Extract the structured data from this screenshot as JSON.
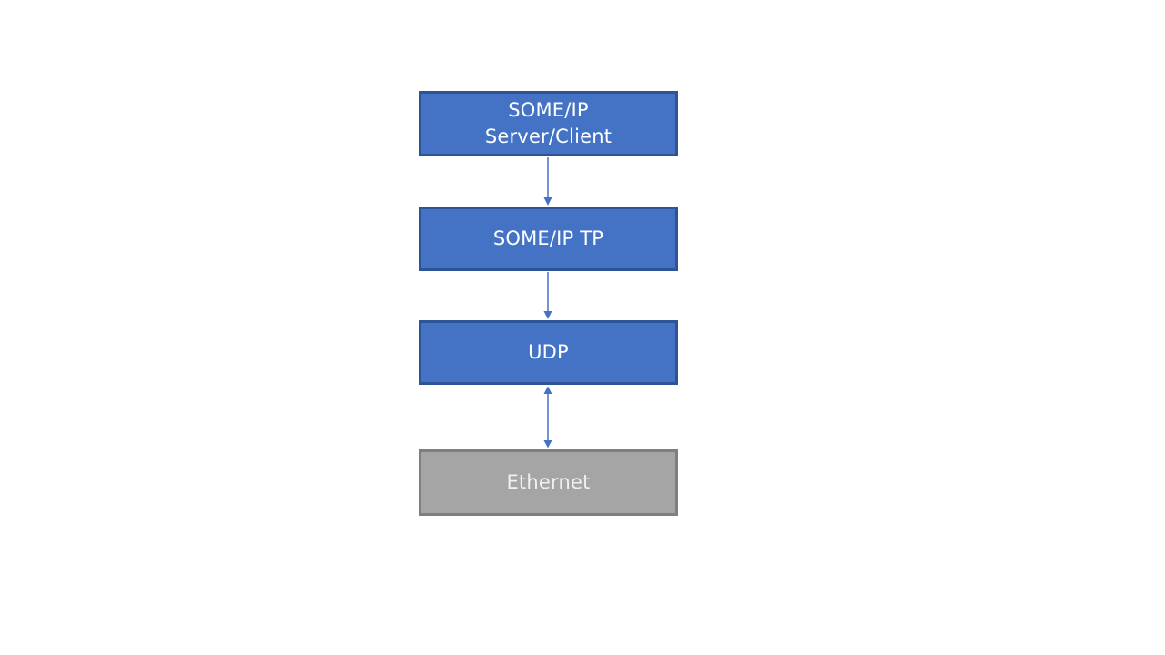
{
  "diagram": {
    "boxes": [
      {
        "id": "someip-server-client",
        "label": "SOME/IP\nServer/Client",
        "style": "blue"
      },
      {
        "id": "someip-tp",
        "label": "SOME/IP TP",
        "style": "blue"
      },
      {
        "id": "udp",
        "label": "UDP",
        "style": "blue"
      },
      {
        "id": "ethernet",
        "label": "Ethernet",
        "style": "gray"
      }
    ],
    "arrows": [
      {
        "from": "someip-server-client",
        "to": "someip-tp",
        "direction": "down"
      },
      {
        "from": "someip-tp",
        "to": "udp",
        "direction": "down"
      },
      {
        "from": "udp",
        "to": "ethernet",
        "direction": "both"
      }
    ]
  },
  "colors": {
    "background": "#FFFFFF",
    "box-blue-fill": "#4472C4",
    "box-blue-border": "#2F5496",
    "box-gray-fill": "#A5A5A5",
    "box-gray-border": "#7F7F7F",
    "box-text": "#FFFFFF",
    "box-text-gray": "#F0F0F0",
    "arrow": "#4472C4"
  }
}
